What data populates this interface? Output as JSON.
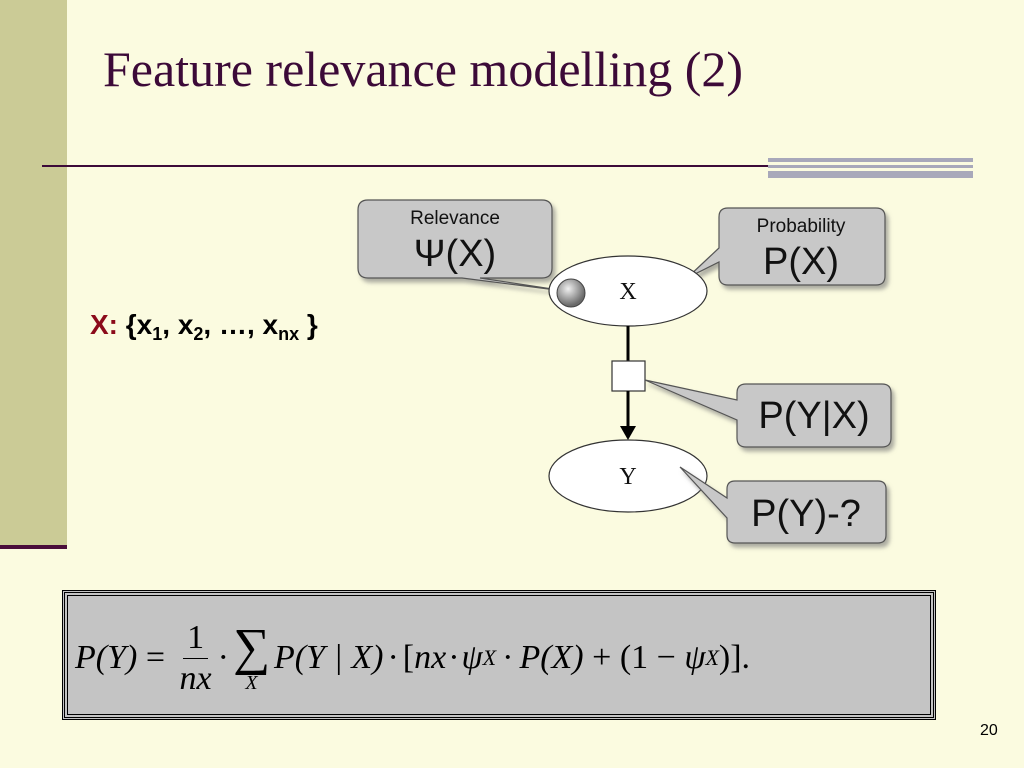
{
  "slide": {
    "title": "Feature relevance modelling (2)",
    "page_number": "20"
  },
  "variables": {
    "label": "X:",
    "open": "{x",
    "sub1": "1",
    "sep1": ", x",
    "sub2": "2",
    "sep2": ", …, x",
    "sub3": "nx",
    "close": " }"
  },
  "diagram": {
    "node_x": "X",
    "node_y": "Y",
    "callout_relevance_title": "Relevance",
    "callout_relevance_formula": "Ψ(X)",
    "callout_probability_title": "Probability",
    "callout_probability_formula": "P(X)",
    "callout_conditional": "P(Y|X)",
    "callout_target": "P(Y)-?"
  },
  "formula": {
    "lhs": "P(Y)",
    "eq": " = ",
    "frac_num": "1",
    "frac_den": "nx",
    "dot1": "·",
    "sum_symbol": "∑",
    "sum_index": "X",
    "conditional": "P(Y | X)",
    "dot2": "·",
    "bracket_open": "[",
    "nx": "nx",
    "dot3": "·",
    "psi1": "ψ",
    "psi1_sub": "X",
    "dot4": "·",
    "px": "P(X)",
    "plus": " + ",
    "paren_open": "(1 − ",
    "psi2": "ψ",
    "psi2_sub": "X",
    "tail": ")]."
  },
  "colors": {
    "background": "#fbfbe0",
    "left_band": "#cbcb96",
    "title": "#3c0a38",
    "variable_label": "#8b0a1a",
    "callout_fill": "#c8c8c8",
    "formula_box": "#c4c4c4"
  }
}
